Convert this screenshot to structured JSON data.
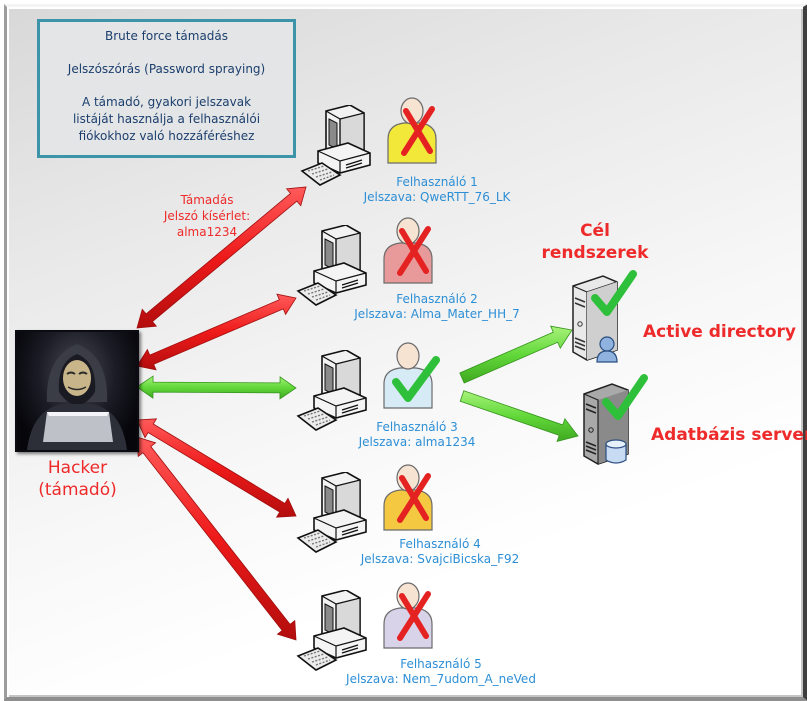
{
  "info_box": {
    "title": "Brute force támadás",
    "subtitle": "Jelszószórás (Password spraying)",
    "description_lines": [
      "A támadó, gyakori jelszavak",
      "listáját használja a felhasználói",
      "fiókokhoz való hozzáféréshez"
    ]
  },
  "attack_label": {
    "lines": [
      "Támadás",
      "Jelszó kísérlet:",
      "alma1234"
    ]
  },
  "hacker": {
    "icon": "hacker-photo",
    "label_lines": [
      "Hacker",
      "(támadó)"
    ]
  },
  "users": [
    {
      "name": "Felhasználó 1",
      "password_line": "Jelszava: QweRTT_76_LK",
      "status": "failed",
      "status_icon": "red-x-icon",
      "person_color": "#f2e83a",
      "arrow_color": "red"
    },
    {
      "name": "Felhasználó 2",
      "password_line": "Jelszava: Alma_Mater_HH_7",
      "status": "failed",
      "status_icon": "red-x-icon",
      "person_color": "#e89a9a",
      "arrow_color": "red"
    },
    {
      "name": "Felhasználó 3",
      "password_line": "Jelszava: alma1234",
      "status": "success",
      "status_icon": "green-check-icon",
      "person_color": "#d6ebf5",
      "arrow_color": "green"
    },
    {
      "name": "Felhasználó 4",
      "password_line": "Jelszava: SvajciBicska_F92",
      "status": "failed",
      "status_icon": "red-x-icon",
      "person_color": "#f5c842",
      "arrow_color": "red"
    },
    {
      "name": "Felhasználó 5",
      "password_line": "Jelszava: Nem_7udom_A_neVed",
      "status": "failed",
      "status_icon": "red-x-icon",
      "person_color": "#d9d3ea",
      "arrow_color": "red"
    }
  ],
  "targets": {
    "heading_lines": [
      "Cél",
      "rendszerek"
    ],
    "systems": [
      {
        "label": "Active directory",
        "icon": "server-with-user-icon",
        "status_icon": "green-check-icon"
      },
      {
        "label": "Adatbázis server",
        "icon": "server-with-database-icon",
        "status_icon": "green-check-icon"
      }
    ]
  },
  "colors": {
    "attack_red": "#ee2020",
    "success_green": "#5ed83a",
    "label_blue": "#2d8fd6",
    "info_border": "#3c94a8",
    "info_text": "#1c3f6e"
  }
}
